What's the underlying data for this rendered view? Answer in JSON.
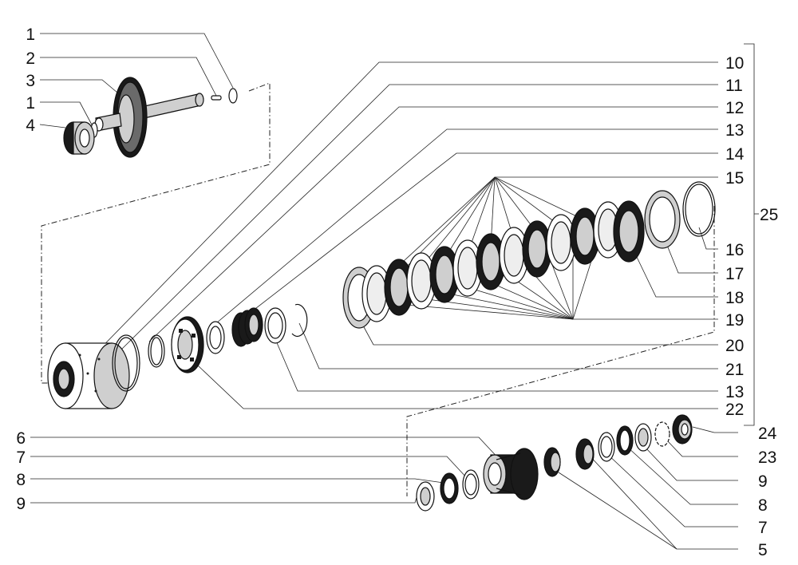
{
  "callouts": {
    "c1a": "1",
    "c2": "2",
    "c3": "3",
    "c1b": "1",
    "c4": "4",
    "c10": "10",
    "c11": "11",
    "c12": "12",
    "c13a": "13",
    "c14": "14",
    "c15": "15",
    "c25": "25",
    "c16": "16",
    "c17": "17",
    "c18": "18",
    "c19": "19",
    "c20": "20",
    "c21": "21",
    "c13b": "13",
    "c22": "22",
    "c6": "6",
    "c24": "24",
    "c7a": "7",
    "c23": "23",
    "c8a": "8",
    "c9b": "9",
    "c9a": "9",
    "c8b": "8",
    "c7b": "7",
    "c5": "5"
  },
  "colors": {
    "ink": "#111111",
    "background": "#ffffff"
  }
}
